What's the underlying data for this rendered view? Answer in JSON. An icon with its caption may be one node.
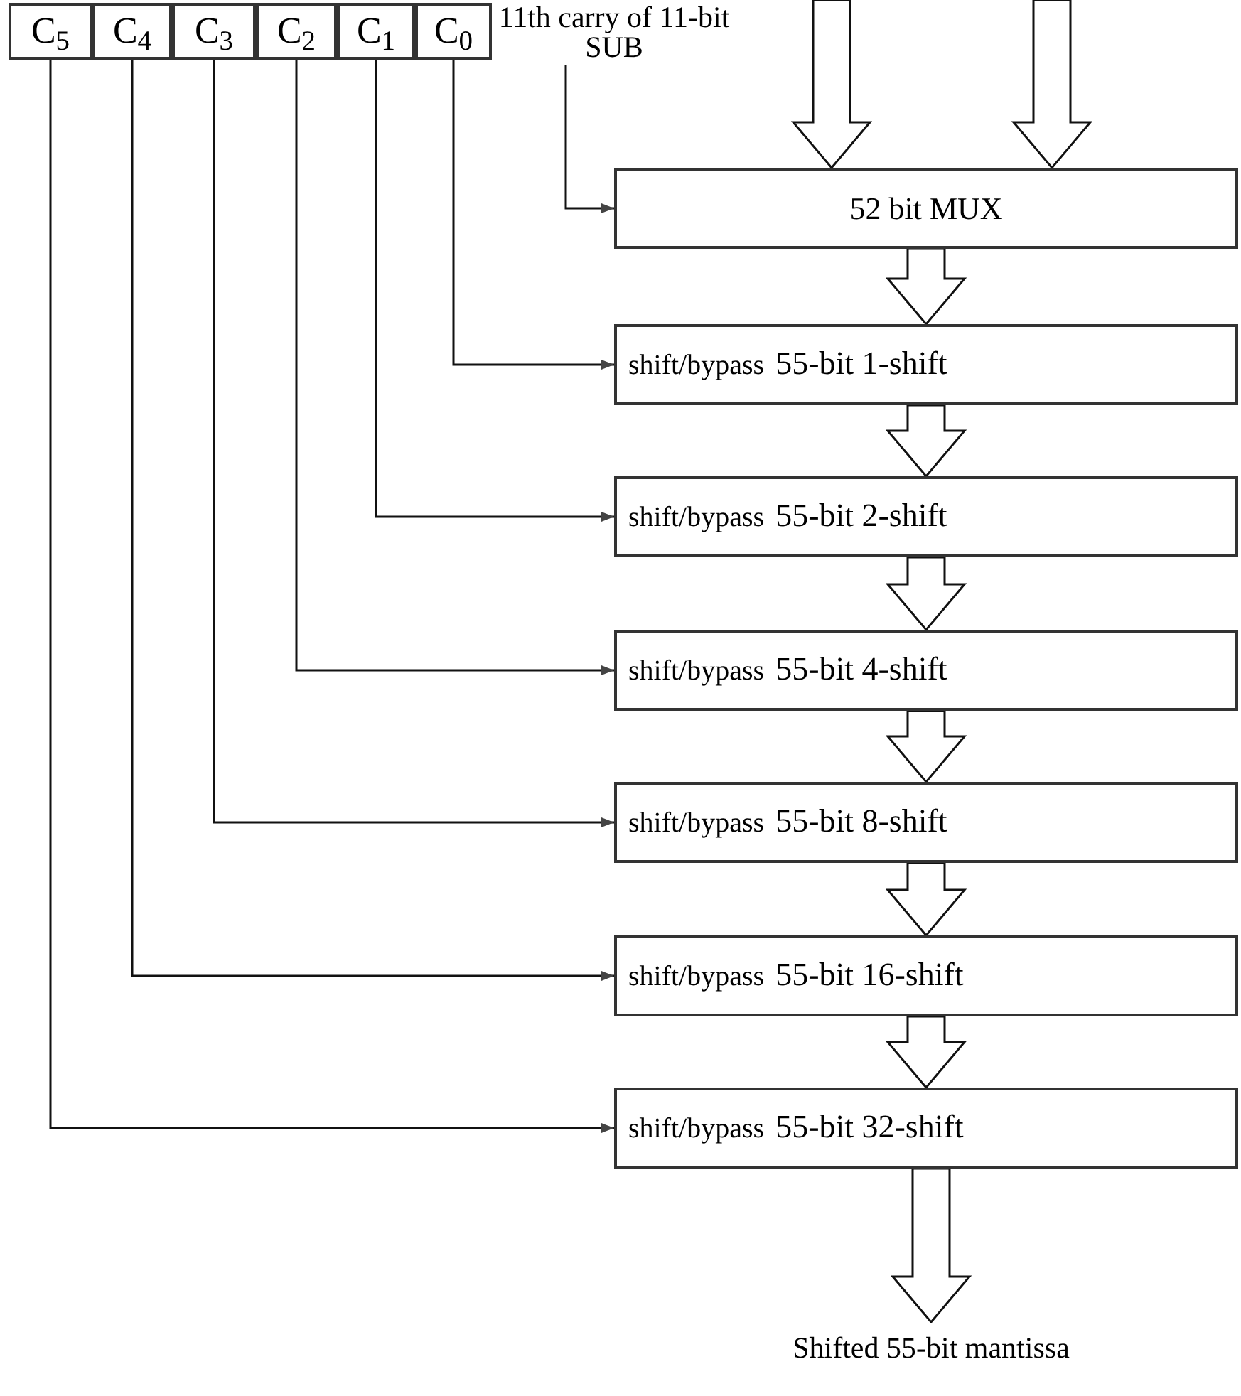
{
  "diagram": {
    "nodes": [
      {
        "text": [
          "C$_{5}$"
        ]
      },
      {
        "text": [
          "C$_{4}$"
        ]
      },
      {
        "text": [
          "C$_{3}$"
        ]
      },
      {
        "text": [
          "C$_{2}$"
        ]
      },
      {
        "text": [
          "C$_{1}$"
        ]
      },
      {
        "text": [
          "C$_{0}$"
        ]
      },
      {
        "text": [
          "11th carry of 11-bit SUB"
        ]
      },
      {
        "text": [
          "52 bit MUX"
        ]
      },
      {
        "text": [
          "shift/bypass",
          "55-bit 1-shift"
        ]
      },
      {
        "text": [
          "shift/bypass",
          "55-bit 2-shift"
        ]
      },
      {
        "text": [
          "shift/bypass",
          "55-bit 4-shift"
        ]
      },
      {
        "text": [
          "shift/bypass",
          "55-bit 8-shift"
        ]
      },
      {
        "text": [
          "shift/bypass",
          "55-bit 16-shift"
        ]
      },
      {
        "text": [
          "shift/bypass",
          "55-bit 32-shift"
        ]
      },
      {
        "text": [
          "Shifted 55-bit mantissa"
        ]
      }
    ],
    "edges": [
      {
        "from": null,
        "to": 7,
        "arrow": "to",
        "style": "thick"
      },
      {
        "from": null,
        "to": 7,
        "arrow": "to",
        "style": "thick"
      },
      {
        "from": 6,
        "to": 7,
        "arrow": "to"
      },
      {
        "from": 5,
        "to": 8,
        "arrow": "to"
      },
      {
        "from": 4,
        "to": 9,
        "arrow": "to"
      },
      {
        "from": 3,
        "to": 10,
        "arrow": "to"
      },
      {
        "from": 2,
        "to": 11,
        "arrow": "to"
      },
      {
        "from": 1,
        "to": 12,
        "arrow": "to"
      },
      {
        "from": 0,
        "to": 13,
        "arrow": "to"
      },
      {
        "from": 7,
        "to": 8,
        "arrow": "to",
        "style": "thick"
      },
      {
        "from": 8,
        "to": 9,
        "arrow": "to",
        "style": "thick"
      },
      {
        "from": 9,
        "to": 10,
        "arrow": "to",
        "style": "thick"
      },
      {
        "from": 10,
        "to": 11,
        "arrow": "to",
        "style": "thick"
      },
      {
        "from": 11,
        "to": 12,
        "arrow": "to",
        "style": "thick"
      },
      {
        "from": 12,
        "to": 13,
        "arrow": "to",
        "style": "thick"
      },
      {
        "from": 13,
        "to": 14,
        "arrow": "to",
        "style": "thick"
      }
    ]
  }
}
